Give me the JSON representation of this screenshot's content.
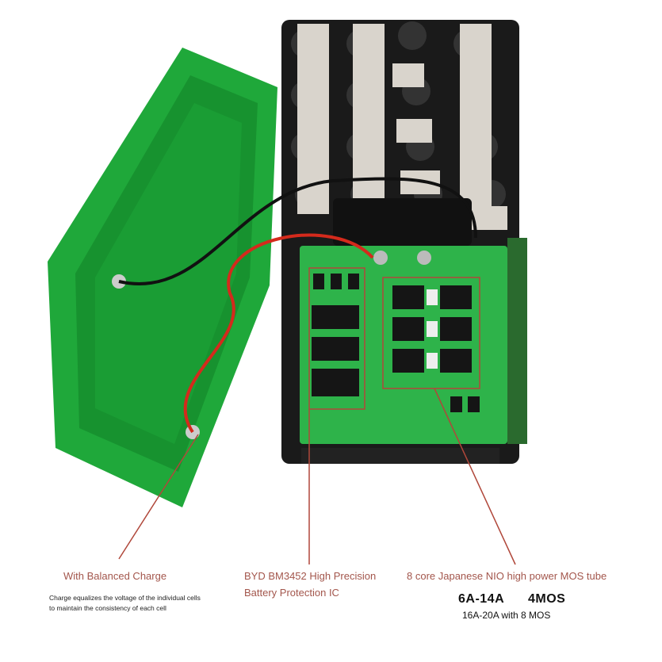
{
  "annotations": {
    "balanced": {
      "title": "With Balanced Charge",
      "description": "Charge equalizes the voltage of the individual cells to maintain the consistency of each cell"
    },
    "ic": {
      "line1": "BYD BM3452 High Precision",
      "line2": "Battery Protection IC"
    },
    "mos": {
      "title": "8 core Japanese NIO high power MOS tube",
      "range": "6A-14A",
      "count": "4MOS",
      "alt": "16A-20A with 8 MOS"
    }
  },
  "colors": {
    "lid_green": "#1fa83a",
    "pcb_green": "#2eb34a",
    "holder_black": "#1a1a1a",
    "callout_red": "#b0473a",
    "label_text": "#a3564c"
  }
}
